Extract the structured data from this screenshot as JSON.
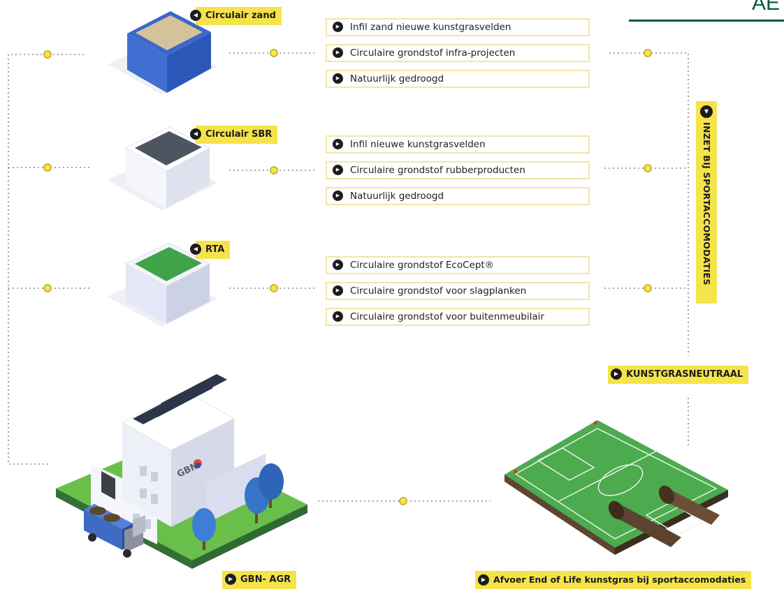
{
  "colors": {
    "accent": "#f5e34a",
    "dot": "#1c1c1c",
    "connector": "#d9c83a",
    "brand": "#0b5a3b"
  },
  "corner_fragment": "AE",
  "sections": [
    {
      "label": "Circulair zand",
      "items": [
        "Infil zand nieuwe kunstgrasvelden",
        "Circulaire grondstof infra-projecten",
        "Natuurlijk gedroogd"
      ]
    },
    {
      "label": "Circulair SBR",
      "items": [
        "Infil nieuwe kunstgrasvelden",
        "Circulaire grondstof rubberproducten",
        "Natuurlijk gedroogd"
      ]
    },
    {
      "label": "RTA",
      "items": [
        "Circulaire grondstof EcoCept®",
        "Circulaire grondstof voor slagplanken",
        "Circulaire grondstof voor buitenmeubilair"
      ]
    }
  ],
  "vertical_label": "INZET BIJ SPORTACCOMODATIES",
  "neutral_label": "KUNSTGRASNEUTRAAL",
  "factory": {
    "label": "GBN- AGR",
    "sign": "GBN"
  },
  "field_label": "Afvoer End of Life kunstgras bij sportaccomodaties"
}
